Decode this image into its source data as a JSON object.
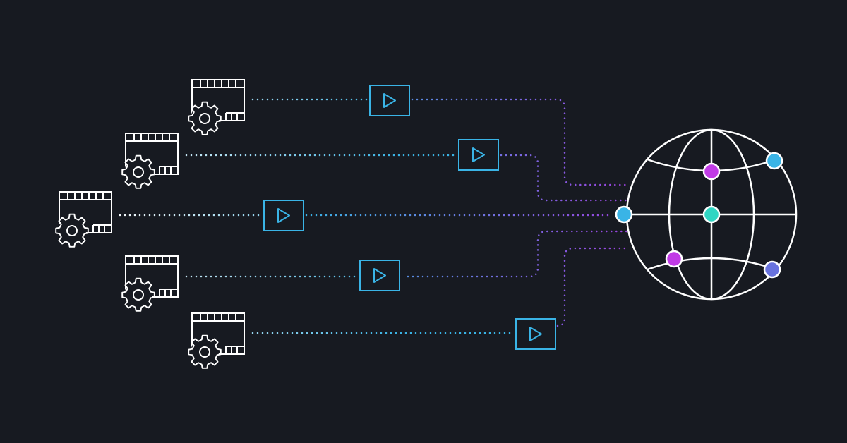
{
  "colors": {
    "background": "#171a21",
    "outline": "#ffffff",
    "video_box": "#3ab4e6",
    "dots_start": "#ffffff",
    "dots_mid": "#3ab4e6",
    "dots_end": "#9b42e0",
    "node_cyan": "#3ab4e6",
    "node_magenta": "#c13be6",
    "node_teal": "#2fd6c3",
    "node_indigo": "#6872de"
  },
  "icons": {
    "source": "film-gear-icon",
    "video": "play-box-icon",
    "destination": "globe-icon"
  },
  "sources_count": 5,
  "globe_nodes": [
    "cyan",
    "magenta",
    "teal",
    "cyan",
    "magenta",
    "indigo"
  ]
}
